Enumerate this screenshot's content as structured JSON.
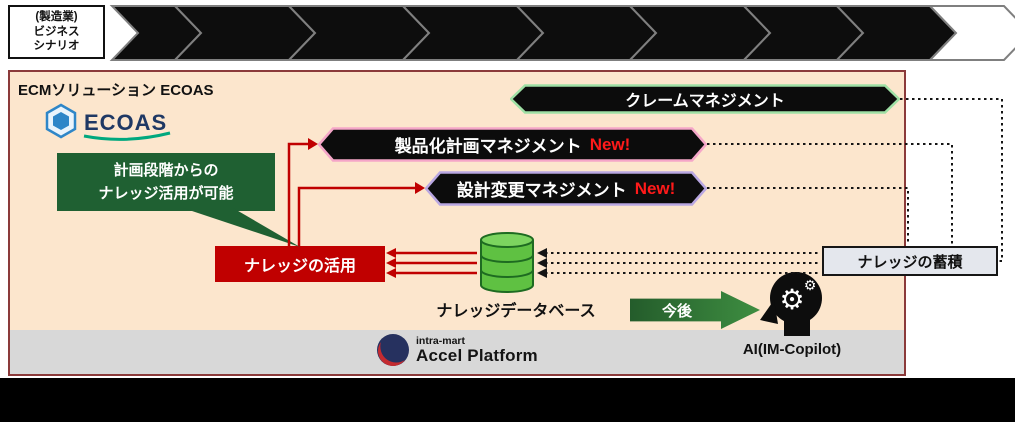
{
  "flow": {
    "intro_lines": [
      "(製造業)",
      "ビジネス",
      "シナリオ"
    ]
  },
  "panel": {
    "title": "ECMソリューション ECOAS",
    "logo_text": "ECOAS",
    "callout": {
      "line1": "計画段階からの",
      "line2": "ナレッジ活用が可能"
    },
    "usage_label": "ナレッジの活用",
    "banners": [
      {
        "label": "クレームマネジメント",
        "border_color": "#9FE0A5"
      },
      {
        "label": "製品化計画マネジメント",
        "badge": "New!",
        "border_color": "#F5A6C8"
      },
      {
        "label": "設計変更マネジメント",
        "badge": "New!",
        "border_color": "#B9A7E2"
      }
    ],
    "badge_color": "#FF1A1A",
    "database_label": "ナレッジデータベース",
    "accumulation_label": "ナレッジの蓄積",
    "future_label": "今後",
    "ai_label": "AI(IM-Copilot)",
    "platform": {
      "brand": "intra-mart",
      "product": "Accel Platform"
    },
    "colors": {
      "panel_bg": "#FCE6CD",
      "panel_border": "#8B3A3A",
      "accent_red": "#C00000",
      "callout_green": "#1F6032",
      "database_green": "#5FC142",
      "future_green": "#2E7D32"
    }
  }
}
